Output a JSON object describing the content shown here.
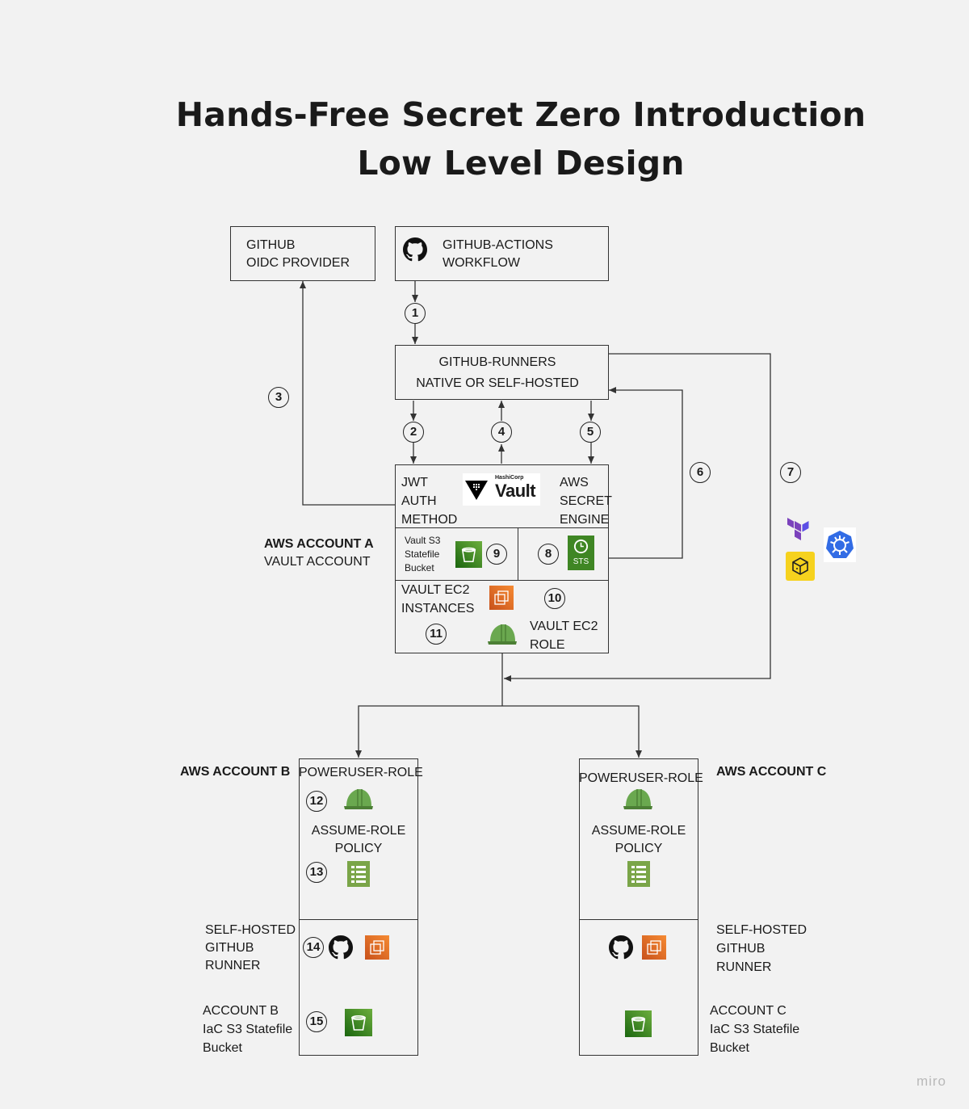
{
  "title": {
    "line1": "Hands-Free Secret Zero Introduction",
    "line2": "Low Level Design"
  },
  "nodes": {
    "oidc": {
      "line1": "GITHUB",
      "line2": "OIDC PROVIDER"
    },
    "workflow": {
      "line1": "GITHUB-ACTIONS",
      "line2": "WORKFLOW"
    },
    "runners": {
      "line1": "GITHUB-RUNNERS",
      "line2": "NATIVE OR SELF-HOSTED"
    },
    "vault": {
      "jwt": [
        "JWT",
        "AUTH",
        "METHOD"
      ],
      "logo_top": "HashiCorp",
      "logo_main": "Vault",
      "aws_engine": [
        "AWS",
        "SECRET",
        "ENGINE"
      ],
      "s3_bucket": [
        "Vault  S3",
        "Statefile",
        "Bucket"
      ],
      "sts_label": "STS",
      "ec2_instances": [
        "VAULT EC2",
        "INSTANCES"
      ],
      "ec2_role": [
        "VAULT EC2",
        "ROLE"
      ]
    },
    "account_b_box": {
      "role": "POWERUSER-ROLE",
      "policy": [
        "ASSUME-ROLE",
        "POLICY"
      ]
    },
    "account_c_box": {
      "role": "POWERUSER-ROLE",
      "policy": [
        "ASSUME-ROLE",
        "POLICY"
      ]
    }
  },
  "labels": {
    "account_a": {
      "title": "AWS ACCOUNT A",
      "subtitle": "VAULT ACCOUNT"
    },
    "account_b": "AWS ACCOUNT B",
    "account_c": "AWS ACCOUNT C",
    "runner_b": [
      "SELF-HOSTED",
      "GITHUB",
      "RUNNER"
    ],
    "runner_c": [
      "SELF-HOSTED",
      "GITHUB",
      "RUNNER"
    ],
    "statefile_b": [
      "ACCOUNT B",
      "IaC S3 Statefile",
      "Bucket"
    ],
    "statefile_c": [
      "ACCOUNT C",
      "IaC S3 Statefile",
      "Bucket"
    ]
  },
  "steps": [
    "1",
    "2",
    "3",
    "4",
    "5",
    "6",
    "7",
    "8",
    "9",
    "10",
    "11",
    "12",
    "13",
    "14",
    "15"
  ],
  "icons": {
    "github": "github-octocat-icon",
    "vault_triangle": "vault-logo-icon",
    "s3": "s3-bucket-icon",
    "sts": "sts-clock-icon",
    "ec2": "ec2-instances-icon",
    "iam_role": "iam-role-helmet-icon",
    "policy": "iam-policy-document-icon",
    "terraform": "terraform-icon",
    "kubernetes": "kubernetes-icon",
    "package": "package-box-icon"
  },
  "colors": {
    "aws_green": "#3f8624",
    "aws_orange": "#e7731b",
    "helmet_green": "#6aa84f",
    "policy_green": "#7aa548",
    "terraform_purple": "#6e4fd8",
    "kubernetes_blue": "#326ce5",
    "package_yellow": "#f6d21e"
  },
  "watermark": "miro"
}
